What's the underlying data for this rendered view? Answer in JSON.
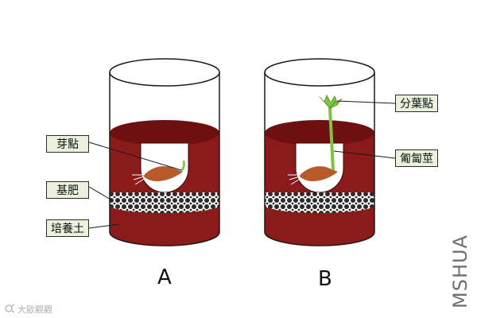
{
  "figure": {
    "panel_a": {
      "letter": "A",
      "labels": {
        "bud": "芽點",
        "base_fertilizer": "基肥",
        "culture_soil": "培養土"
      }
    },
    "panel_b": {
      "letter": "B",
      "labels": {
        "cotyledon": "分葉點",
        "hypocotyl": "匍匐莖"
      }
    },
    "side_text": "MSHUA",
    "watermark": "大歐觀觀",
    "colors": {
      "soil": "#8b1a1a",
      "soil_dark": "#6e1010",
      "label_bg": "#eaf1dd",
      "sprout": "#7cc243",
      "seed": "#b85a2a"
    }
  }
}
